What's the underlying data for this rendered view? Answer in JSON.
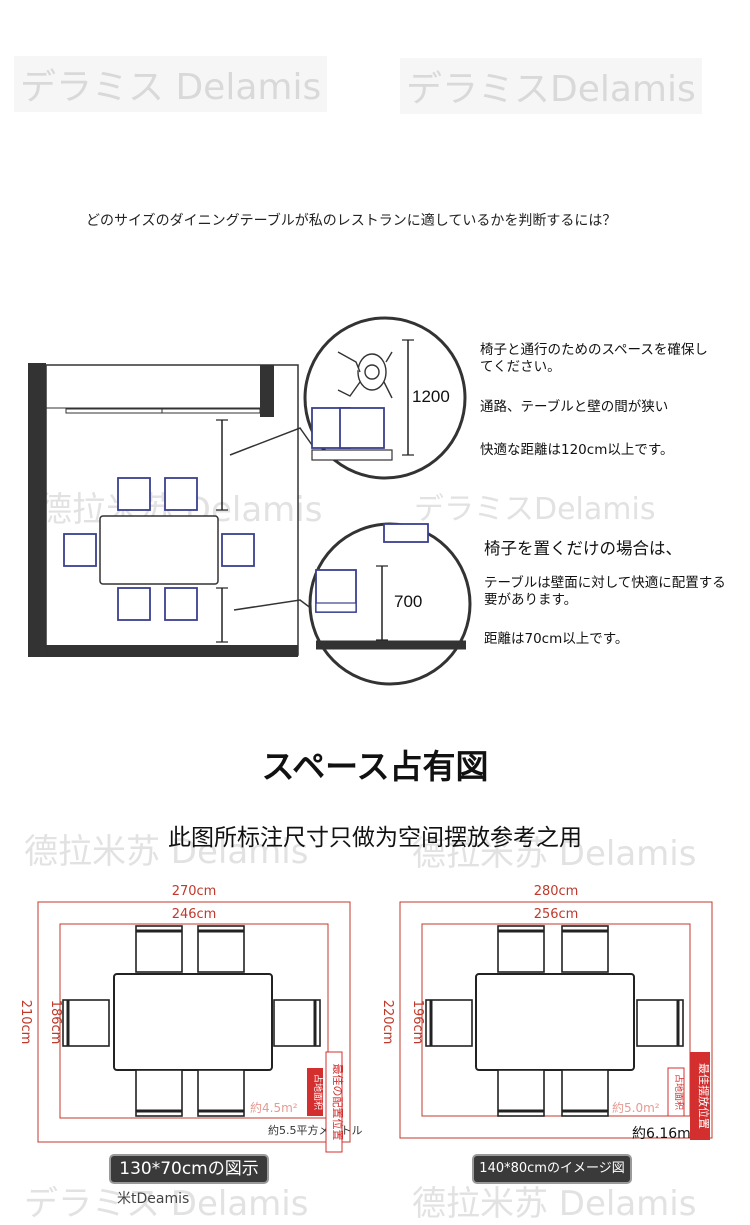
{
  "watermarks": {
    "top_left": "デラミス Delamis",
    "top_right": "デラミスDelamis",
    "mid_left": "德拉米苏 Delamis",
    "mid_right": "デラミスDelamis",
    "low_left": "德拉米苏 Delamis",
    "low_right": "德拉米苏 Delamis",
    "bottom_left": "デラミス Delamis",
    "bottom_right": "德拉米苏 Delamis"
  },
  "question": "どのサイズのダイニングテーブルが私のレストランに適しているかを判断するには？",
  "upper_diagram": {
    "dim_1200": "1200",
    "dim_700": "700",
    "note1": {
      "line1": "椅子と通行のためのスペースを確保し",
      "line2": "てください。",
      "line3": "通路、テーブルと壁の間が狭い",
      "line4": "快適な距離は120cm以上です。"
    },
    "note2": {
      "head": "椅子を置くだけの場合は、",
      "line1": "テーブルは壁面に対して快適に配置する",
      "line2": "要があります。",
      "line3": "距離は70cm以上です。"
    }
  },
  "section_title": "スペース占有図",
  "subtitle": "此图所标注尺寸只做为空间摆放参考之用",
  "plan_left": {
    "outer_width": "270cm",
    "inner_width": "246cm",
    "outer_height": "210cm",
    "inner_height": "186cm",
    "area_inner": "約4.5m²",
    "area_outer": "約5.5平方メートル",
    "tag_footprint": "占地面积",
    "tag_best": "最佳の配置位置",
    "caption": "130*70cmの図示",
    "caption_sub": "米tDeamis"
  },
  "plan_right": {
    "outer_width": "280cm",
    "inner_width": "256cm",
    "outer_height": "220cm",
    "inner_height": "196cm",
    "area_inner": "約5.0m²",
    "area_outer": "約6.16m²",
    "tag_footprint": "占地面积",
    "tag_best": "最佳摆放位置",
    "caption": "140*80cmのイメージ図"
  },
  "colors": {
    "outline_red": "#c0392b",
    "chair_blue": "#3a3f8f",
    "wall": "#333333",
    "tag_red": "#d32f2f"
  }
}
